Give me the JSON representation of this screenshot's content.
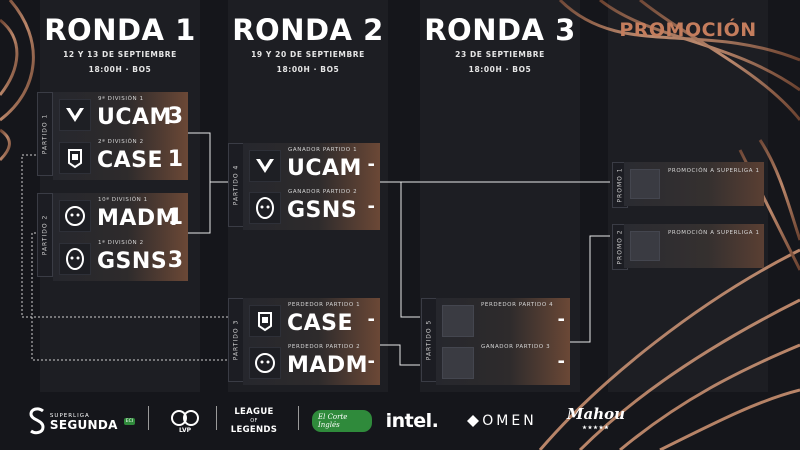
{
  "rounds": [
    {
      "title": "RONDA 1",
      "date": "12 Y 13 DE SEPTIEMBRE",
      "time": "18:00H · BO5"
    },
    {
      "title": "RONDA 2",
      "date": "19 Y 20 DE SEPTIEMBRE",
      "time": "18:00H · BO5"
    },
    {
      "title": "RONDA 3",
      "date": "23 DE SEPTIEMBRE",
      "time": "18:00H · BO5"
    }
  ],
  "promo_title": "PROMOCIÓN",
  "round1": {
    "match1": {
      "label": "PARTIDO 1",
      "team_a": {
        "sub": "9ª DIVISIÓN 1",
        "name": "UCAM",
        "score": "3",
        "logo": "ucam-logo-icon"
      },
      "team_b": {
        "sub": "2ª DIVISIÓN 2",
        "name": "CASE",
        "score": "1",
        "logo": "case-logo-icon"
      }
    },
    "match2": {
      "label": "PARTIDO 2",
      "team_a": {
        "sub": "10ª DIVISIÓN 1",
        "name": "MADM",
        "score": "1",
        "logo": "madm-logo-icon"
      },
      "team_b": {
        "sub": "1ª DIVISIÓN 2",
        "name": "GSNS",
        "score": "3",
        "logo": "gsns-logo-icon"
      }
    }
  },
  "round2": {
    "match4": {
      "label": "PARTIDO 4",
      "team_a": {
        "sub": "GANADOR PARTIDO 1",
        "name": "UCAM",
        "score": "-",
        "logo": "ucam-logo-icon"
      },
      "team_b": {
        "sub": "GANADOR PARTIDO 2",
        "name": "GSNS",
        "score": "-",
        "logo": "gsns-logo-icon"
      }
    },
    "match3": {
      "label": "PARTIDO 3",
      "team_a": {
        "sub": "PERDEDOR PARTIDO 1",
        "name": "CASE",
        "score": "-",
        "logo": "case-logo-icon"
      },
      "team_b": {
        "sub": "PERDEDOR PARTIDO 2",
        "name": "MADM",
        "score": "-",
        "logo": "madm-logo-icon"
      }
    }
  },
  "round3": {
    "match5": {
      "label": "PARTIDO 5",
      "team_a": {
        "sub": "PERDEDOR PARTIDO 4",
        "score": "-"
      },
      "team_b": {
        "sub": "GANADOR PARTIDO 3",
        "score": "-"
      }
    }
  },
  "promotion": {
    "promo1": {
      "label": "PROMO 1",
      "sub": "PROMOCIÓN A SUPERLIGA 1"
    },
    "promo2": {
      "label": "PROMO 2",
      "sub": "PROMOCIÓN A SUPERLIGA 1"
    }
  },
  "sponsors": {
    "superliga_small": "SUPERLIGA",
    "segunda": "SEGUNDA",
    "lvp": "LVP",
    "lol_top": "LEAGUE",
    "lol_of": "OF",
    "lol_bottom": "LEGENDS",
    "elcorte": "El Corte Inglés",
    "intel": "intel.",
    "omen": "OMEN",
    "mahou": "Mahou",
    "mahou_stars": "★★★★★"
  },
  "colors": {
    "background": "#15161b",
    "accent": "#c47d5d",
    "bracket_line": "#e8e8e8"
  }
}
